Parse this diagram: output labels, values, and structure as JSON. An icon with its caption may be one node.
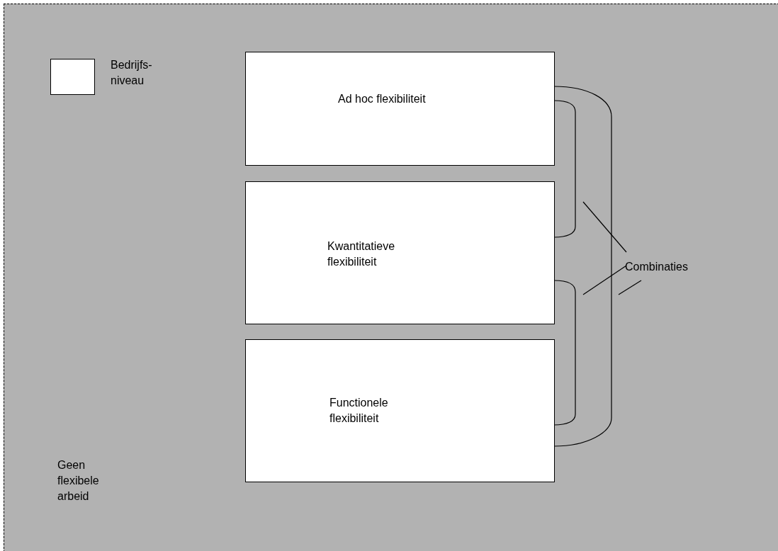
{
  "diagram": {
    "nodes": [
      {
        "text": [
          "Geen flexibele arbeid"
        ]
      },
      {
        "text": [
          "Ad hoc flexibiliteit"
        ],
        "in": 0
      },
      {
        "text": [
          "Kwantitatieve flexibiliteit"
        ],
        "in": 0
      },
      {
        "text": [
          "Functionele flexibiliteit"
        ],
        "in": 0
      },
      {
        "text": [
          "Combinaties"
        ],
        "in": 0
      }
    ],
    "edges": [
      {
        "from": 1,
        "to": 2,
        "arrow": "none"
      },
      {
        "from": 2,
        "to": 3,
        "arrow": "none"
      },
      {
        "from": 1,
        "to": 3,
        "arrow": "none"
      },
      {
        "from": 4,
        "to": null,
        "arrow": "none"
      },
      {
        "from": 4,
        "to": null,
        "arrow": "none"
      },
      {
        "from": 4,
        "to": null,
        "arrow": "none"
      }
    ],
    "legend": [
      {
        "text": "Bedrijfs-niveau",
        "color": "#ffffff"
      }
    ]
  }
}
